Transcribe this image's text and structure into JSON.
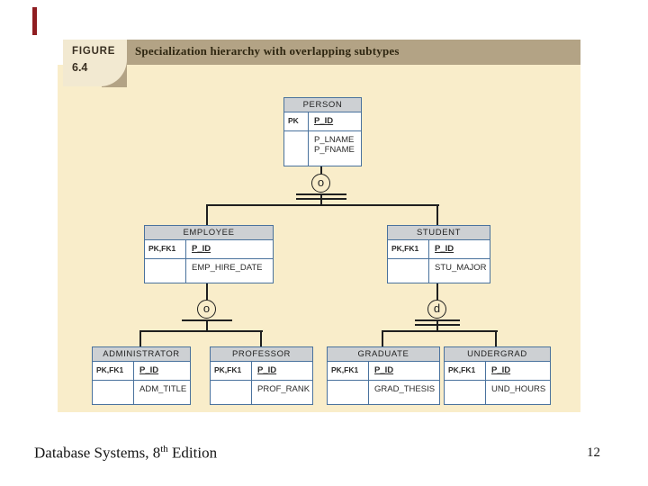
{
  "figure": {
    "label_top": "FIGURE",
    "label_number": "6.4",
    "title": "Specialization hierarchy with overlapping subtypes"
  },
  "diagram": {
    "connector_symbols": {
      "person": "o",
      "employee": "o",
      "student": "d"
    },
    "entities": {
      "person": {
        "title": "PERSON",
        "key": "PK",
        "key_attr": "P_ID",
        "attr_lines": [
          "P_LNAME",
          "P_FNAME"
        ]
      },
      "employee": {
        "title": "EMPLOYEE",
        "key": "PK,FK1",
        "key_attr": "P_ID",
        "attr": "EMP_HIRE_DATE"
      },
      "student": {
        "title": "STUDENT",
        "key": "PK,FK1",
        "key_attr": "P_ID",
        "attr": "STU_MAJOR"
      },
      "administrator": {
        "title": "ADMINISTRATOR",
        "key": "PK,FK1",
        "key_attr": "P_ID",
        "attr": "ADM_TITLE"
      },
      "professor": {
        "title": "PROFESSOR",
        "key": "PK,FK1",
        "key_attr": "P_ID",
        "attr": "PROF_RANK"
      },
      "graduate": {
        "title": "GRADUATE",
        "key": "PK,FK1",
        "key_attr": "P_ID",
        "attr": "GRAD_THESIS"
      },
      "undergrad": {
        "title": "UNDERGRAD",
        "key": "PK,FK1",
        "key_attr": "P_ID",
        "attr": "UND_HOURS"
      }
    }
  },
  "footer": {
    "book_title_prefix": "Database Systems, 8",
    "edition_superscript": "th",
    "book_title_suffix": " Edition",
    "page_number": "12"
  },
  "colors": {
    "accent_red": "#8f1d21",
    "header_tan": "#b3a385",
    "label_cream": "#f2e9d1",
    "diagram_cream": "#f9edca",
    "entity_header_gray": "#cdd0d3",
    "entity_border_blue": "#4a729d",
    "line_black": "#1f1f1f"
  }
}
